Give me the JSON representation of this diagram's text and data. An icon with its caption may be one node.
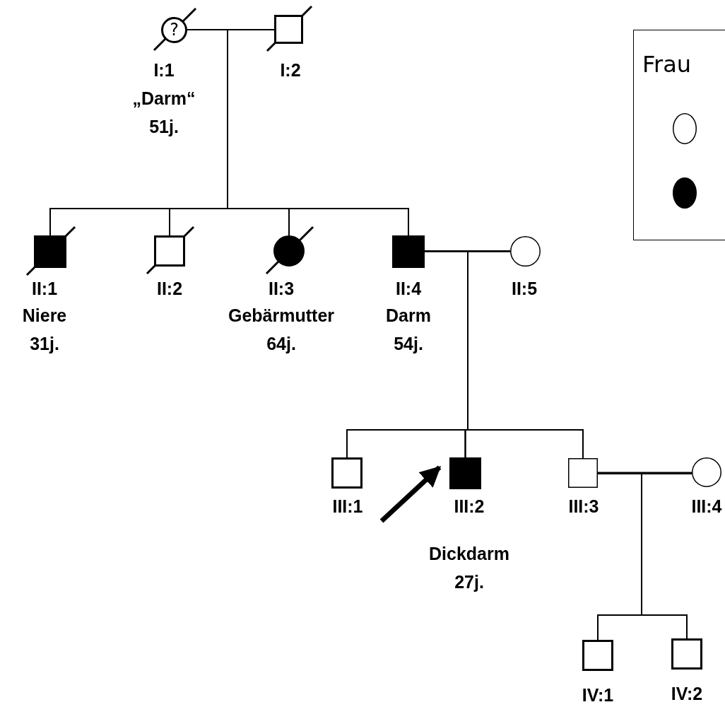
{
  "diagram": {
    "nodes": [
      {
        "text": [
          "?"
        ],
        "beside": [
          "I:1",
          "„Darm“",
          "51j."
        ]
      },
      {
        "text": [],
        "shape": "box",
        "beside": [
          "I:2"
        ]
      },
      {
        "text": [],
        "shape": "box",
        "beside": [
          "II:1",
          "Niere",
          "31j."
        ]
      },
      {
        "text": [],
        "shape": "box",
        "beside": [
          "II:2"
        ]
      },
      {
        "text": [],
        "shape": "circle",
        "beside": [
          "II:3",
          "Gebärmutter",
          "64j."
        ]
      },
      {
        "text": [],
        "shape": "box",
        "beside": [
          "II:4",
          "Darm",
          "54j."
        ]
      },
      {
        "text": [],
        "shape": "circle",
        "beside": [
          "II:5"
        ]
      },
      {
        "text": [],
        "shape": "box",
        "beside": [
          "III:1"
        ]
      },
      {
        "text": [],
        "shape": "box",
        "beside": [
          "III:2",
          "Dickdarm",
          "27j."
        ]
      },
      {
        "text": [],
        "shape": "box",
        "beside": [
          "III:3"
        ]
      },
      {
        "text": [],
        "shape": "circle",
        "beside": [
          "III:4"
        ]
      },
      {
        "text": [],
        "shape": "box",
        "beside": [
          "IV:1"
        ]
      },
      {
        "text": [],
        "shape": "box",
        "beside": [
          "IV:2"
        ]
      },
      {
        "text": [
          "Frau"
        ]
      },
      {
        "text": [],
        "shape": "circle",
        "in": 13
      },
      {
        "text": [],
        "shape": "circle",
        "in": 13
      }
    ],
    "edges": [
      {
        "from": 0,
        "to": 1,
        "arrow": "none"
      },
      {
        "from": 0,
        "to": 2,
        "arrow": "none"
      },
      {
        "from": 0,
        "to": 3,
        "arrow": "none"
      },
      {
        "from": 0,
        "to": 4,
        "arrow": "none"
      },
      {
        "from": 0,
        "to": 5,
        "arrow": "none"
      },
      {
        "from": 1,
        "to": 2,
        "arrow": "none"
      },
      {
        "from": 1,
        "to": 3,
        "arrow": "none"
      },
      {
        "from": 1,
        "to": 4,
        "arrow": "none"
      },
      {
        "from": 1,
        "to": 5,
        "arrow": "none"
      },
      {
        "from": 5,
        "to": 6,
        "arrow": "none"
      },
      {
        "from": 5,
        "to": 7,
        "arrow": "none"
      },
      {
        "from": 5,
        "to": 8,
        "arrow": "none"
      },
      {
        "from": 5,
        "to": 9,
        "arrow": "none"
      },
      {
        "from": 6,
        "to": 7,
        "arrow": "none"
      },
      {
        "from": 6,
        "to": 8,
        "arrow": "none"
      },
      {
        "from": 6,
        "to": 9,
        "arrow": "none"
      },
      {
        "from": 9,
        "to": 10,
        "arrow": "none"
      },
      {
        "from": 9,
        "to": 11,
        "arrow": "none"
      },
      {
        "from": 9,
        "to": 12,
        "arrow": "none"
      },
      {
        "from": 10,
        "to": 11,
        "arrow": "none"
      },
      {
        "from": 10,
        "to": 12,
        "arrow": "none"
      },
      {
        "from": null,
        "to": 8,
        "arrow": "to",
        "style": "thick"
      }
    ]
  }
}
